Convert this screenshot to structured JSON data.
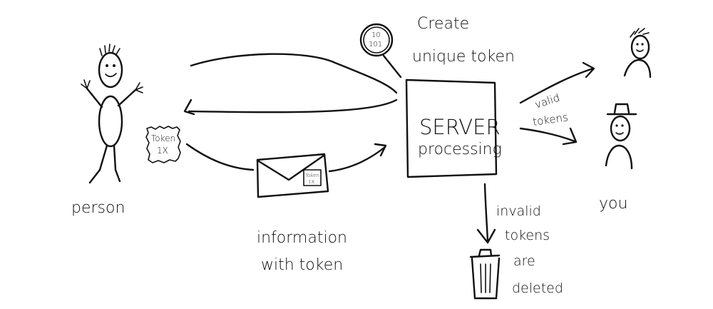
{
  "labels": {
    "person": "person",
    "you": "you",
    "create_line1": "Create",
    "create_line2": "unique token",
    "server_line1": "SERVER",
    "server_line2": "processing",
    "info_line1": "information",
    "info_line2": "with token",
    "valid_line1": "valid",
    "valid_line2": "tokens",
    "invalid_line1": "invalid",
    "invalid_line2": "tokens",
    "invalid_line3": "are",
    "invalid_line4": "deleted",
    "token_card_line1": "Token",
    "token_card_line2": "1X",
    "envelope_token_line1": "Token",
    "envelope_token_line2": "1X",
    "binary_line1": "10",
    "binary_line2": "101"
  },
  "colors": {
    "ink": "#111111",
    "background": "#ffffff"
  }
}
